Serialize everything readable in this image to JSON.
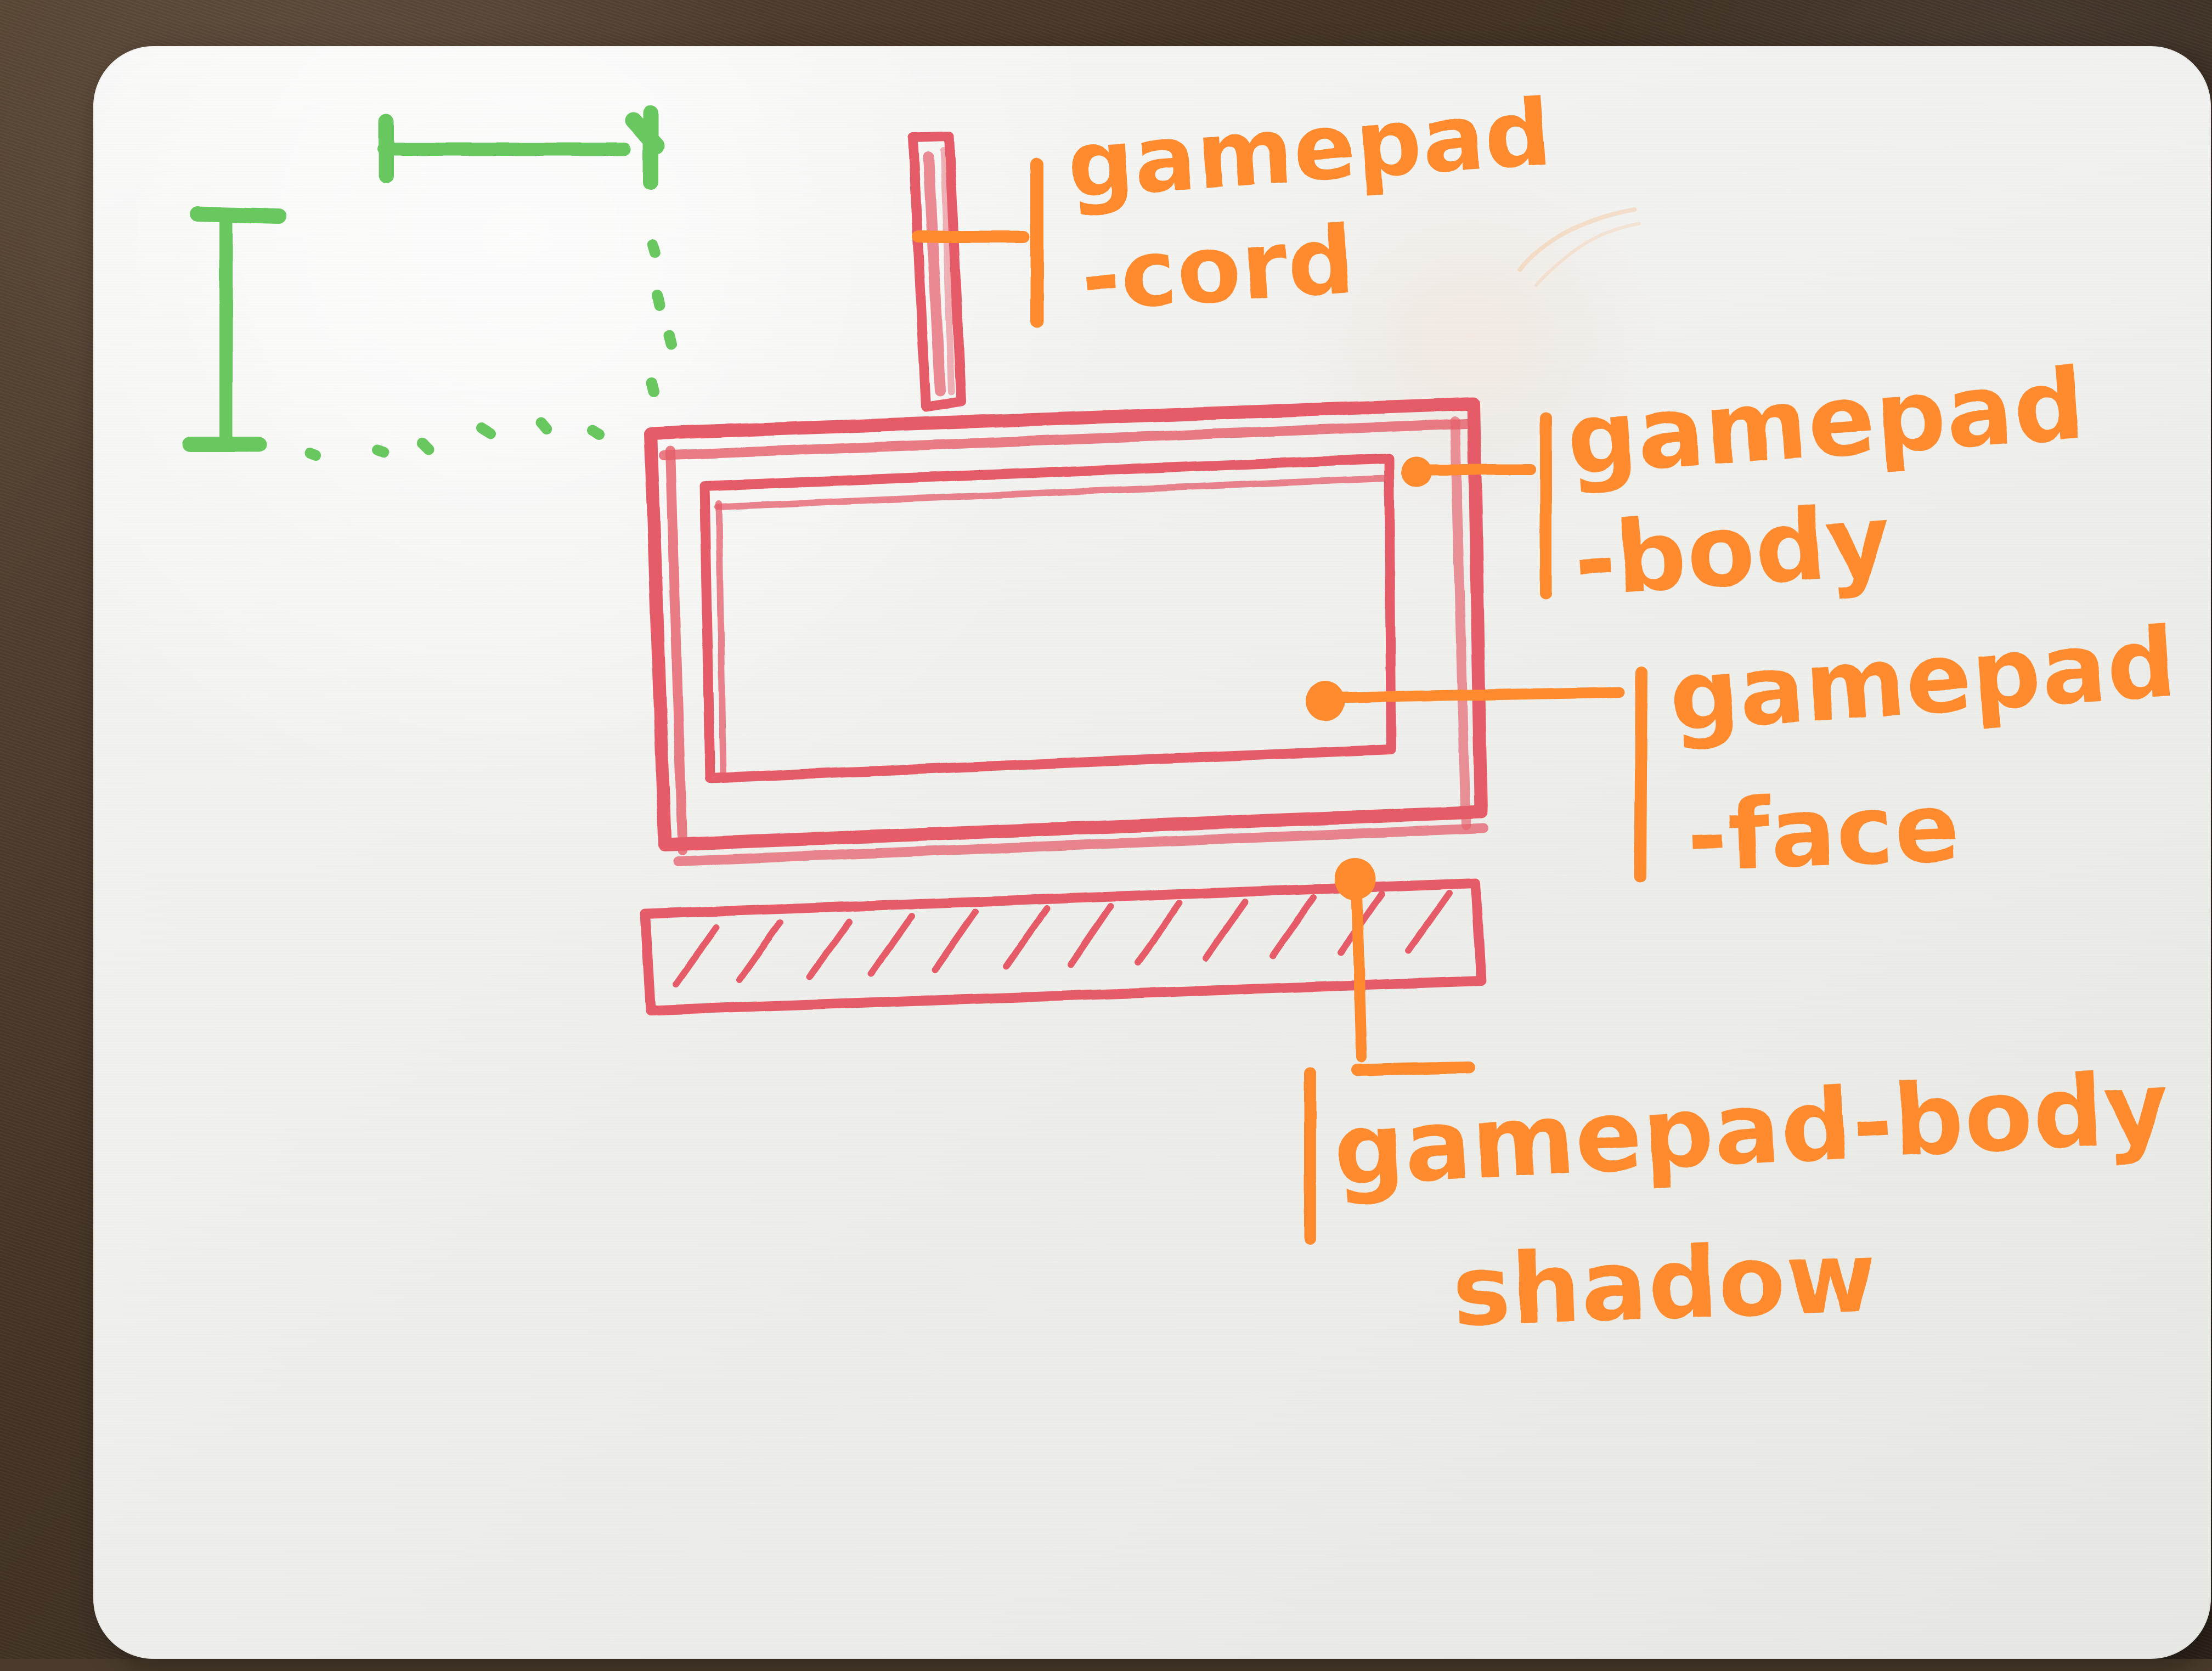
{
  "colors": {
    "green": "#67c85f",
    "red": "#e55c68",
    "orange": "#ff8b2d",
    "board": "#f3f3f1"
  },
  "labels": {
    "cord_line1": "gamepad",
    "cord_line2": "-cord",
    "body_line1": "gamepad",
    "body_line2": "-body",
    "face_line1": "gamepad",
    "face_line2": "-face",
    "shadow_line1": "gamepad-body",
    "shadow_line2": "shadow"
  }
}
